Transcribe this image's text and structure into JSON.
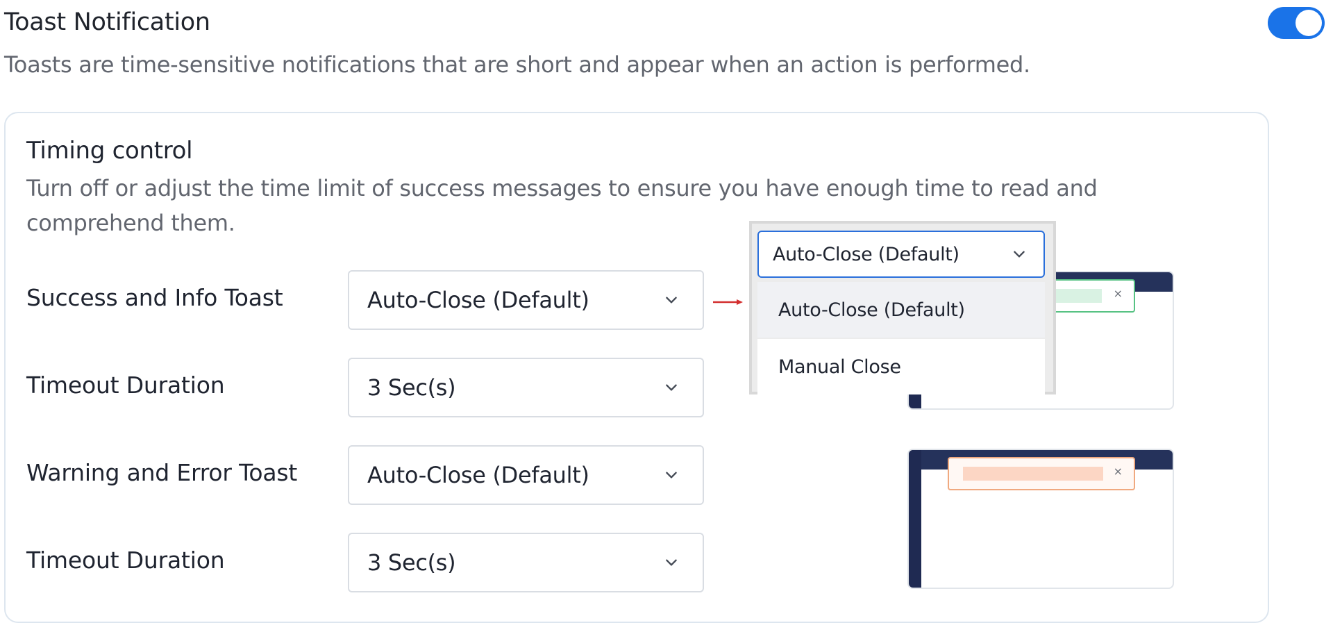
{
  "header": {
    "title": "Toast Notification",
    "description": "Toasts are time-sensitive notifications that are short and appear when an action is performed.",
    "toggle_on": true
  },
  "timing": {
    "title": "Timing control",
    "description": "Turn off or adjust the time limit of success messages to ensure you have enough time to read and comprehend them.",
    "rows": [
      {
        "label": "Success and Info Toast",
        "value": "Auto-Close (Default)"
      },
      {
        "label": "Timeout Duration",
        "value": "3 Sec(s)"
      },
      {
        "label": "Warning and Error Toast",
        "value": "Auto-Close (Default)"
      },
      {
        "label": "Timeout Duration",
        "value": "3 Sec(s)"
      }
    ]
  },
  "dropdown_popup": {
    "selected": "Auto-Close (Default)",
    "options": [
      "Auto-Close (Default)",
      "Manual Close"
    ]
  },
  "previews": {
    "success": {
      "close_glyph": "×"
    },
    "error": {
      "close_glyph": "×"
    }
  },
  "colors": {
    "accent": "#1a73e8",
    "success_border": "#57c283",
    "success_fill": "#d9f2e3",
    "error_border": "#f0a97f",
    "error_fill": "#fcd6c4",
    "arrow": "#d32f2f",
    "preview_dark": "#25325b"
  },
  "icons": {
    "select_chevron": "chevron-down-icon",
    "toggle": "toggle-switch",
    "pointer": "arrow-right-icon"
  }
}
